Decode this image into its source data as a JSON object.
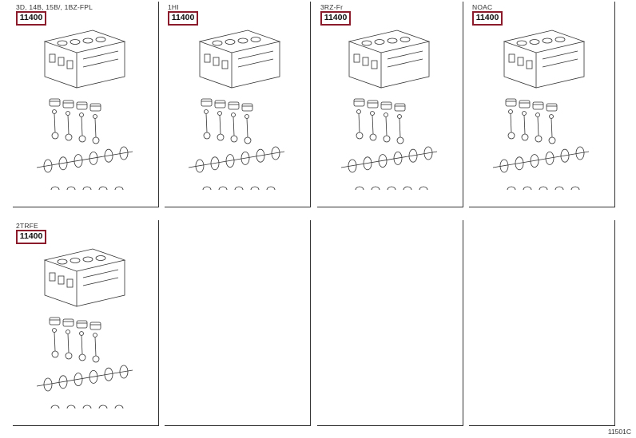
{
  "panels": [
    {
      "engine_label": "3D, 14B, 15B/, 1BZ-FPL",
      "part_code": "11400",
      "has_drawing": true
    },
    {
      "engine_label": "1HI",
      "part_code": "11400",
      "has_drawing": true
    },
    {
      "engine_label": "3RZ-Fr",
      "part_code": "11400",
      "has_drawing": true
    },
    {
      "engine_label": "NOAC",
      "part_code": "11400",
      "has_drawing": true
    },
    {
      "engine_label": "2TRFE",
      "part_code": "11400",
      "has_drawing": true
    },
    {
      "engine_label": "",
      "part_code": "",
      "has_drawing": false
    },
    {
      "engine_label": "",
      "part_code": "",
      "has_drawing": false
    },
    {
      "engine_label": "",
      "part_code": "",
      "has_drawing": false
    }
  ],
  "page_code": "11501C"
}
